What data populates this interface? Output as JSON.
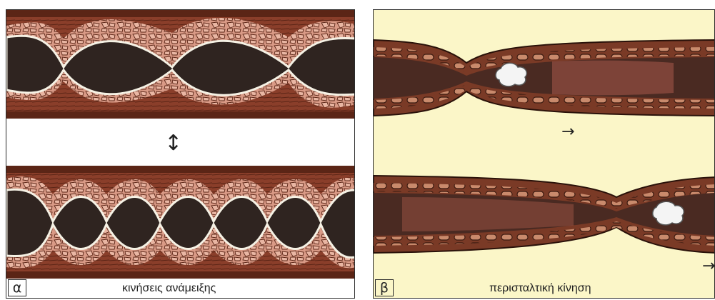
{
  "panel_a": {
    "letter": "α",
    "caption": "κινήσεις ανάμειξης",
    "arrow_icon": "double-vertical-arrow"
  },
  "panel_b": {
    "letter": "β",
    "caption": "περισταλτική κίνηση",
    "arrow_icon": "right-arrow"
  },
  "colors": {
    "muscle_outer": "#8a3e2a",
    "muscle_dark": "#5b2516",
    "mucosa_pink": "#d99a86",
    "lumen_dark": "#2f2420",
    "lining_white": "#f5f1e4",
    "panel_b_bg": "#fbf6c8",
    "bolus": "#f4f4f4"
  }
}
